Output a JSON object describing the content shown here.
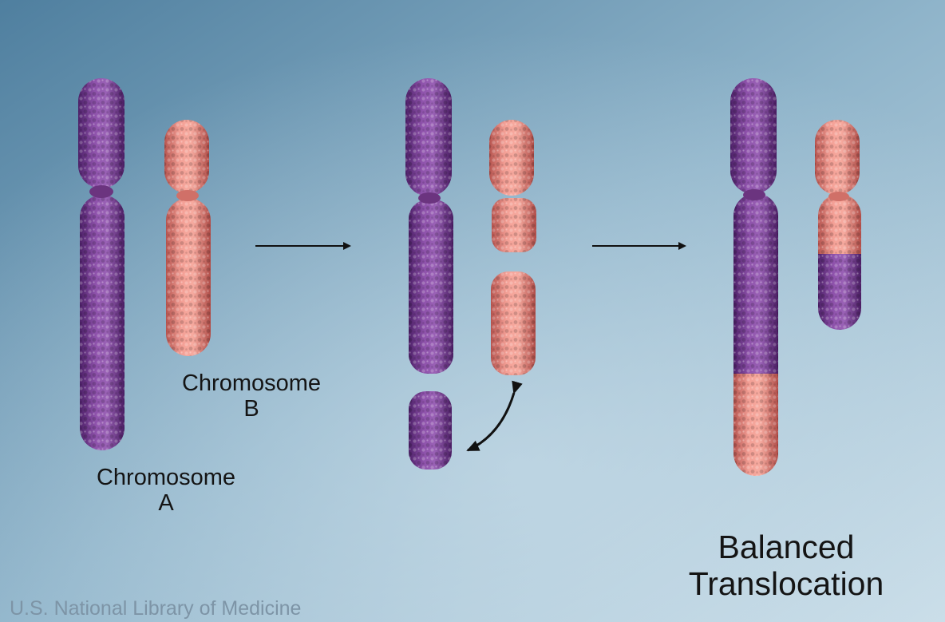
{
  "diagram": {
    "labels": {
      "chromosome_a": [
        "Chromosome",
        "A"
      ],
      "chromosome_b": [
        "Chromosome",
        "B"
      ],
      "result": [
        "Balanced",
        "Translocation"
      ]
    },
    "credit": "U.S. National Library of Medicine",
    "colors": {
      "background_dark": "#5a88a6",
      "background_light": "#c4dae6",
      "chromosome_a": "#7b3f96",
      "chromosome_b": "#e8857c",
      "arrow": "#111111"
    }
  }
}
